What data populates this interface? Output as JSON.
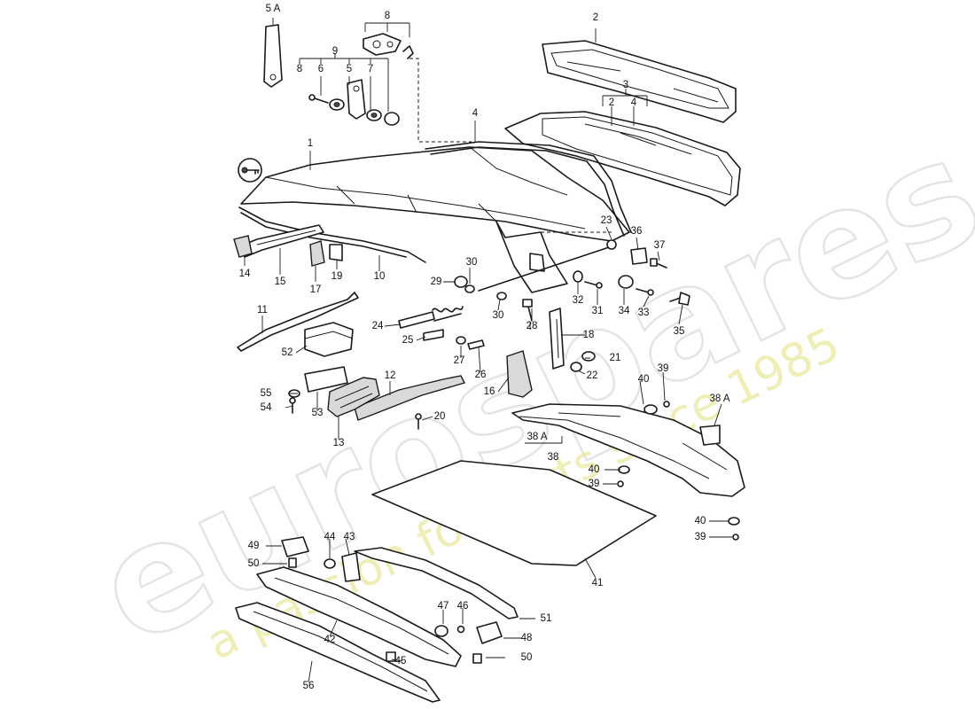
{
  "watermark": {
    "brand": "eurospares",
    "tagline": "a passion for parts since 1985",
    "brand_color": "#cfcfcf",
    "tagline_color": "#e9e79a"
  },
  "labels": {
    "l_5a": "5 A",
    "l_8_top": "8",
    "l_9": "9",
    "l_8": "8",
    "l_6": "6",
    "l_5": "5",
    "l_7": "7",
    "l_2_top": "2",
    "l_3": "3",
    "l_2": "2",
    "l_4_right": "4",
    "l_4": "4",
    "l_1": "1",
    "l_23": "23",
    "l_36": "36",
    "l_37": "37",
    "l_14": "14",
    "l_15": "15",
    "l_17": "17",
    "l_19": "19",
    "l_10": "10",
    "l_30a": "30",
    "l_29": "29",
    "l_30b": "30",
    "l_32": "32",
    "l_31": "31",
    "l_34": "34",
    "l_33": "33",
    "l_35": "35",
    "l_11": "11",
    "l_24": "24",
    "l_25": "25",
    "l_28": "28",
    "l_18": "18",
    "l_52": "52",
    "l_27": "27",
    "l_26": "26",
    "l_21": "21",
    "l_22": "22",
    "l_39a": "39",
    "l_40a": "40",
    "l_55": "55",
    "l_54": "54",
    "l_53": "53",
    "l_12": "12",
    "l_16": "16",
    "l_20": "20",
    "l_13": "13",
    "l_38a_right": "38 A",
    "l_38a": "38 A",
    "l_38": "38",
    "l_40b": "40",
    "l_39b": "39",
    "l_40c": "40",
    "l_39c": "39",
    "l_49": "49",
    "l_44": "44",
    "l_43": "43",
    "l_50a": "50",
    "l_41": "41",
    "l_47": "47",
    "l_46": "46",
    "l_51": "51",
    "l_48": "48",
    "l_42": "42",
    "l_45": "45",
    "l_50b": "50",
    "l_56": "56"
  }
}
